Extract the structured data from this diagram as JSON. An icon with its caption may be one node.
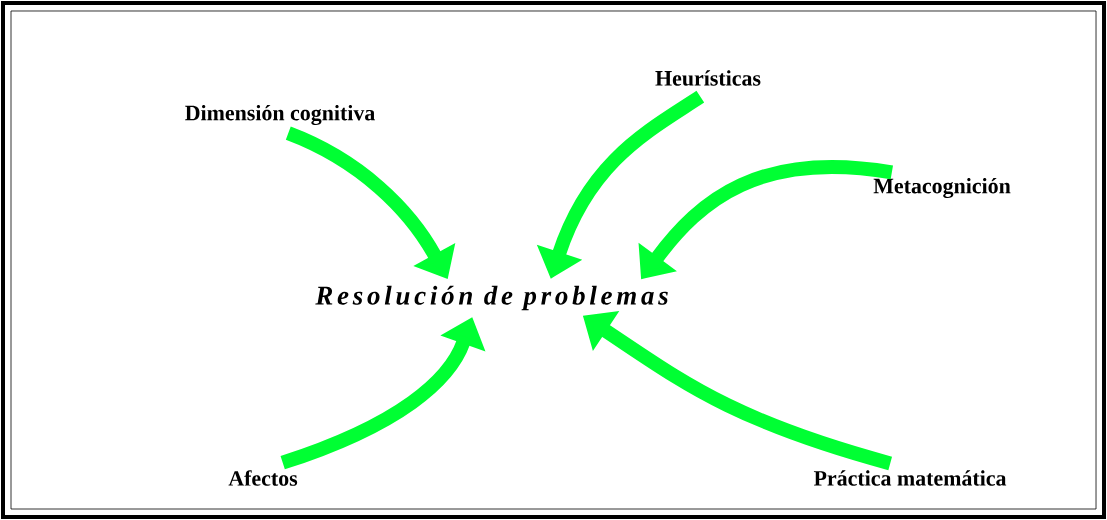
{
  "diagram": {
    "nodes": [
      {
        "text": [
          "Resolución de problemas"
        ]
      },
      {
        "text": [
          "Dimensión cognitiva"
        ]
      },
      {
        "text": [
          "Heurísticas"
        ]
      },
      {
        "text": [
          "Metacognición"
        ]
      },
      {
        "text": [
          "Afectos"
        ]
      },
      {
        "text": [
          "Práctica matemática"
        ]
      }
    ],
    "edges": [
      {
        "from": 1,
        "to": 0,
        "arrow": "to",
        "color": "#00ff33"
      },
      {
        "from": 2,
        "to": 0,
        "arrow": "to",
        "color": "#00ff33"
      },
      {
        "from": 3,
        "to": 0,
        "arrow": "to",
        "color": "#00ff33"
      },
      {
        "from": 4,
        "to": 0,
        "arrow": "to",
        "color": "#00ff33"
      },
      {
        "from": 5,
        "to": 0,
        "arrow": "to",
        "color": "#00ff33"
      }
    ]
  }
}
